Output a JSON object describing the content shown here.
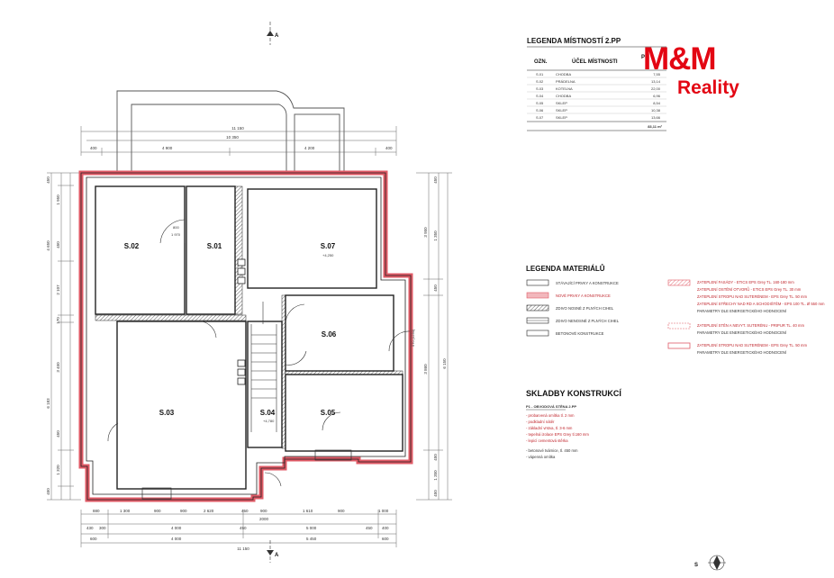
{
  "brand": {
    "name": "M&M",
    "tagline": "Reality",
    "color": "#e30613"
  },
  "accent_color": "#e05a66",
  "room_legend": {
    "title": "LEGENDA MÍSTNOSTÍ 2.PP",
    "col_code": "OZN.",
    "col_purpose": "ÚČEL MÍSTNOSTI",
    "col_area": "P",
    "rows": [
      {
        "code": "S.01",
        "name": "CHODBA",
        "area": "7,55"
      },
      {
        "code": "S.02",
        "name": "PRÁDELNA",
        "area": "13,14"
      },
      {
        "code": "S.03",
        "name": "KOTELNA",
        "area": "22,00"
      },
      {
        "code": "S.04",
        "name": "CHODBA",
        "area": "6,96"
      },
      {
        "code": "S.05",
        "name": "SKLEP",
        "area": "8,54"
      },
      {
        "code": "S.06",
        "name": "SKLEP",
        "area": "10,38"
      },
      {
        "code": "S.07",
        "name": "SKLEP",
        "area": "13,66"
      }
    ],
    "total": "83,11 m²"
  },
  "material_legend": {
    "title": "LEGENDA MATERIÁLŮ",
    "left": [
      {
        "label": "STÁVAJÍCÍ PRVKY A KONSTRUKCE",
        "style": "plain"
      },
      {
        "label": "NOVÉ PRVKY A KONSTRUKCE",
        "style": "red"
      },
      {
        "label": "ZDIVO NOSNÉ Z PLNÝCH CIHEL",
        "style": "hatch"
      },
      {
        "label": "ZDIVO NENOSNÉ Z PLNÝCH CIHEL",
        "style": "hatch2"
      },
      {
        "label": "BETONOVÉ KONSTRUKCE",
        "style": "plain"
      }
    ],
    "right": [
      {
        "lines": [
          "ZATEPLENÍ FASÁDY - ETICS EPS Grey TL. 160-180 mm",
          "ZATEPLENÍ OSTĚNÍ OTVORŮ - ETICS EPS Grey TL. 30 mm",
          "ZATEPLENÍ STROPU NAD SUTERÉNEM - EPS Grey TL. 50 mm",
          "ZATEPLENÍ STŘECHY NAD RD A SCHODIŠTĚM - EPS 100 TL. Ø 550 mm",
          "PARAMETRY DLE ENERGETICKÉHO HODNOCENÍ"
        ],
        "style": "hatch-red"
      },
      {
        "lines": [
          "ZATEPLENÍ STĚN A NEVYT. SUTERÉNU - PRIPUR TL. 40 mm",
          "PARAMETRY DLE ENERGETICKÉHO HODNOCENÍ"
        ],
        "style": "dash-red"
      },
      {
        "lines": [
          "ZATEPLENÍ STROPU NAD SUTERÉNEM - EPS Grey TL. 50 mm",
          "PARAMETRY DLE ENERGETICKÉHO HODNOCENÍ"
        ],
        "style": "red-outline"
      }
    ]
  },
  "constructions": {
    "title": "SKLADBY KONSTRUKCÍ",
    "subtitle": "P1 - OBVODOVÁ STĚNA 2.PP",
    "items": [
      "- probarvená omítka tl. 2 mm",
      "- podkladní nátěr",
      "- základní vrstva, tl. 3-6 mm",
      "- tepelná izolace EPS Grey tl.160 mm",
      "- lepicí cementová stěrka",
      "- betonové tvárnice, tl. 450 mm",
      "- vápenná omítka"
    ]
  },
  "rooms": [
    {
      "code": "S.02",
      "sub": ""
    },
    {
      "code": "S.01",
      "sub": ""
    },
    {
      "code": "S.07",
      "sub": "+4,250"
    },
    {
      "code": "S.06",
      "sub": ""
    },
    {
      "code": "S.03",
      "sub": ""
    },
    {
      "code": "S.04",
      "sub": "+4,780"
    },
    {
      "code": "S.05",
      "sub": ""
    }
  ],
  "section_marks": {
    "top": "A",
    "bottom": "A",
    "corner": "S"
  },
  "dimensions": {
    "top_total": "11 150",
    "top_sub": "10 350",
    "top_row": [
      "400",
      "4 900",
      "4 200",
      "400"
    ],
    "left_col": [
      "450",
      "1 950",
      "4 650",
      "450",
      "2 107",
      "170",
      "3 450",
      "6 183",
      "450",
      "1 320",
      "450"
    ],
    "right_col": [
      "450",
      "3 950",
      "1 350",
      "450",
      "3 860",
      "6 150",
      "450",
      "1 350",
      "450"
    ],
    "bottom_row1": [
      "880",
      "1 300",
      "900",
      "900",
      "2 620",
      "450",
      "900",
      "1 610",
      "900",
      "1 000"
    ],
    "bottom_row2": [
      "430",
      "300",
      "4 000",
      "450",
      "2000",
      "5 000",
      "450",
      "400"
    ],
    "bottom_row3": [
      "600",
      "4 000",
      "5 450",
      "600"
    ],
    "bottom_total": "11 150",
    "door_labels": [
      "800",
      "1 970",
      "570 (1250)"
    ]
  }
}
